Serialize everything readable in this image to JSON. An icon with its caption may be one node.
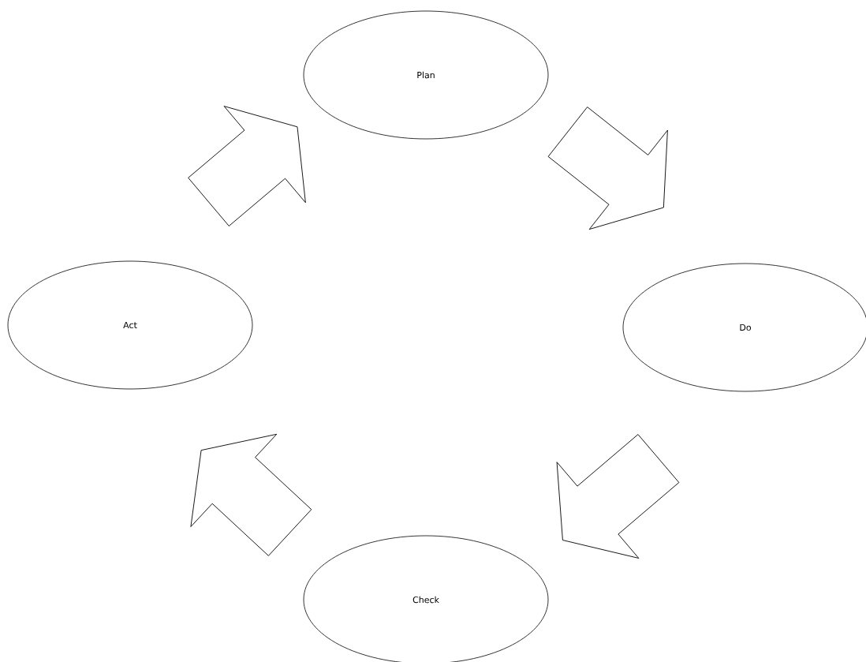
{
  "diagram": {
    "nodes": [
      {
        "text": [
          "Plan"
        ]
      },
      {
        "text": [
          "Do"
        ]
      },
      {
        "text": [
          "Check"
        ]
      },
      {
        "text": [
          "Act"
        ]
      }
    ],
    "edges": [
      {
        "from": 0,
        "to": 1,
        "arrow": "to"
      },
      {
        "from": 1,
        "to": 2,
        "arrow": "to"
      },
      {
        "from": 2,
        "to": 3,
        "arrow": "to"
      },
      {
        "from": 3,
        "to": 0,
        "arrow": "to"
      }
    ]
  }
}
